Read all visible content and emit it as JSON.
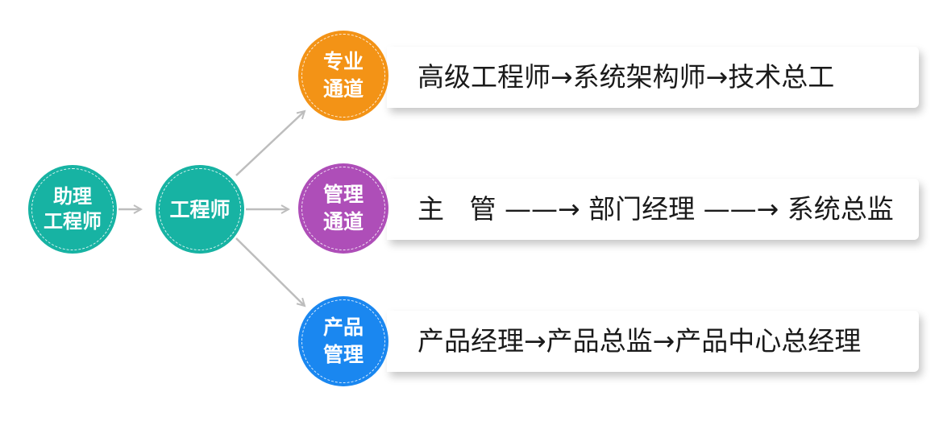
{
  "colors": {
    "teal": "#17b3a3",
    "orange": "#f39316",
    "purple": "#ae4eb8",
    "blue": "#1a87f0",
    "connector": "#bdbdbd"
  },
  "start": {
    "label": "助理\n工程师",
    "color": "#17b3a3"
  },
  "middle": {
    "label": "工程师",
    "color": "#17b3a3"
  },
  "channels": [
    {
      "label": "专业\n通道",
      "color": "#f39316",
      "path": "高级工程师→系统架构师→技术总工"
    },
    {
      "label": "管理\n通道",
      "color": "#ae4eb8",
      "path": "主   管 ——→ 部门经理 ——→ 系统总监"
    },
    {
      "label": "产品\n管理",
      "color": "#1a87f0",
      "path": "产品经理→产品总监→产品中心总经理"
    }
  ]
}
